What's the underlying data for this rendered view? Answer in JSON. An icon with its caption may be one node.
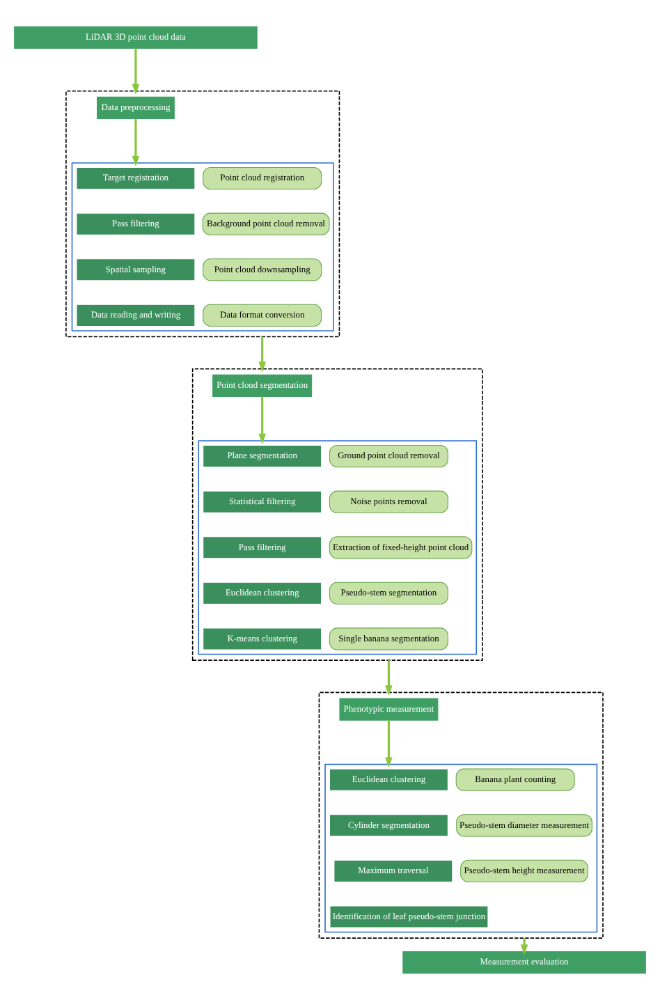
{
  "diagram": {
    "nodes": [
      {
        "text": [
          "LiDAR 3D point cloud data"
        ]
      },
      {
        "text": [],
        "shape": "box"
      },
      {
        "text": [
          "Data preprocessing"
        ],
        "in": 1
      },
      {
        "text": [],
        "shape": "box",
        "in": 1
      },
      {
        "text": [
          "Target registration"
        ],
        "in": 3
      },
      {
        "text": [
          "Point cloud registration"
        ],
        "in": 3
      },
      {
        "text": [
          "Pass filtering"
        ],
        "in": 3
      },
      {
        "text": [
          "Background point cloud removal"
        ],
        "in": 3
      },
      {
        "text": [
          "Spatial sampling"
        ],
        "in": 3
      },
      {
        "text": [
          "Point cloud downsampling"
        ],
        "in": 3
      },
      {
        "text": [
          "Data reading and writing"
        ],
        "in": 3
      },
      {
        "text": [
          "Data format conversion"
        ],
        "in": 3
      },
      {
        "text": [],
        "shape": "box"
      },
      {
        "text": [
          "Point cloud segmentation"
        ],
        "in": 12
      },
      {
        "text": [],
        "shape": "box",
        "in": 12
      },
      {
        "text": [
          "Plane segmentation"
        ],
        "in": 14
      },
      {
        "text": [
          "Ground point cloud removal"
        ],
        "in": 14
      },
      {
        "text": [
          "Statistical filtering"
        ],
        "in": 14
      },
      {
        "text": [
          "Noise points removal"
        ],
        "in": 14
      },
      {
        "text": [
          "Pass filtering"
        ],
        "in": 14
      },
      {
        "text": [
          "Extraction of fixed-height point cloud"
        ],
        "in": 14
      },
      {
        "text": [
          "Euclidean clustering"
        ],
        "in": 14
      },
      {
        "text": [
          "Pseudo-stem segmentation"
        ],
        "in": 14
      },
      {
        "text": [
          "K-means clustering"
        ],
        "in": 14
      },
      {
        "text": [
          "Single banana segmentation"
        ],
        "in": 14
      },
      {
        "text": [],
        "shape": "box"
      },
      {
        "text": [
          "Phenotypic measurement"
        ],
        "in": 25
      },
      {
        "text": [],
        "shape": "box",
        "in": 25
      },
      {
        "text": [
          "Euclidean clustering"
        ],
        "in": 27
      },
      {
        "text": [
          "Banana plant counting"
        ],
        "in": 27
      },
      {
        "text": [
          "Cylinder segmentation"
        ],
        "in": 27
      },
      {
        "text": [
          "Pseudo-stem diameter measurement"
        ],
        "in": 27
      },
      {
        "text": [
          "Maximum traversal"
        ],
        "in": 27
      },
      {
        "text": [
          "Identification of leaf pseudo-stem junction"
        ],
        "in": 27
      },
      {
        "text": [
          "Pseudo-stem height measurement"
        ],
        "in": 27
      },
      {
        "text": [
          "Measurement evaluation"
        ]
      }
    ],
    "edges": [
      {
        "from": 0,
        "to": 1,
        "arrow": "to"
      },
      {
        "from": 2,
        "to": 3,
        "arrow": "to"
      },
      {
        "from": 1,
        "to": 12,
        "arrow": "to"
      },
      {
        "from": 13,
        "to": 14,
        "arrow": "to"
      },
      {
        "from": 12,
        "to": 25,
        "arrow": "to"
      },
      {
        "from": 26,
        "to": 27,
        "arrow": "to"
      },
      {
        "from": 25,
        "to": 35,
        "arrow": "to"
      }
    ]
  }
}
